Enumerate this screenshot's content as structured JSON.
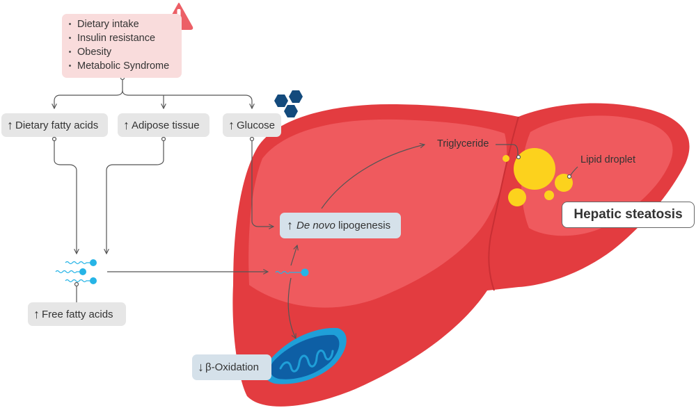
{
  "colors": {
    "liver_dark": "#e33c40",
    "liver_light": "#ef5a5e",
    "lipid": "#fcd21d",
    "mito_outer": "#1f9fd8",
    "mito_inner": "#0e5fa5",
    "fatty_acid": "#26b4e6",
    "hexagon": "#134a7c",
    "warning": "#ec5f66",
    "risk_bg": "#f9dcdc",
    "box_bg": "#e6e6e6",
    "blue_box_bg": "#d5e1ea"
  },
  "risk_factors": {
    "icon": "warning-triangle-icon",
    "items": [
      "Dietary intake",
      "Insulin resistance",
      "Obesity",
      "Metabolic Syndrome"
    ]
  },
  "sources": {
    "dietary_fatty_acids": {
      "arrow": "↑",
      "label": "Dietary fatty acids"
    },
    "adipose_tissue": {
      "arrow": "↑",
      "label": "Adipose tissue"
    },
    "glucose": {
      "arrow": "↑",
      "label": "Glucose"
    }
  },
  "free_fatty_acids": {
    "arrow": "↑",
    "label": "Free fatty acids"
  },
  "lipogenesis": {
    "arrow": "↑",
    "label_italic": "De novo",
    "label_rest": " lipogenesis"
  },
  "oxidation": {
    "arrow": "↓",
    "label": "β-Oxidation"
  },
  "triglyceride_label": "Triglyceride",
  "lipid_droplet_label": "Lipid droplet",
  "outcome_label": "Hepatic steatosis"
}
